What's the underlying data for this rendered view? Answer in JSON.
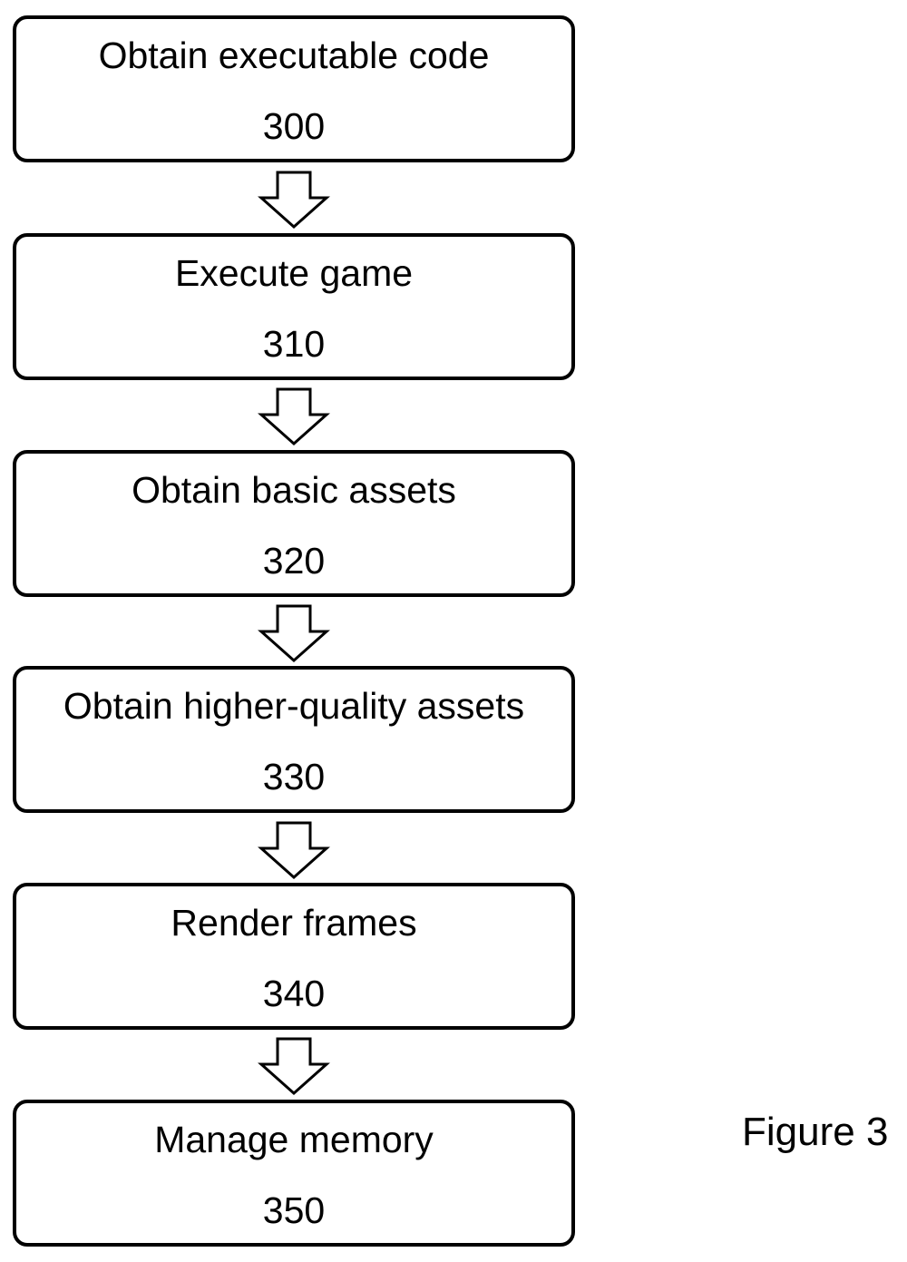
{
  "steps": [
    {
      "label": "Obtain executable code",
      "number": "300"
    },
    {
      "label": "Execute game",
      "number": "310"
    },
    {
      "label": "Obtain basic assets",
      "number": "320"
    },
    {
      "label": "Obtain higher-quality assets",
      "number": "330"
    },
    {
      "label": "Render frames",
      "number": "340"
    },
    {
      "label": "Manage memory",
      "number": "350"
    }
  ],
  "figure_label": "Figure 3"
}
